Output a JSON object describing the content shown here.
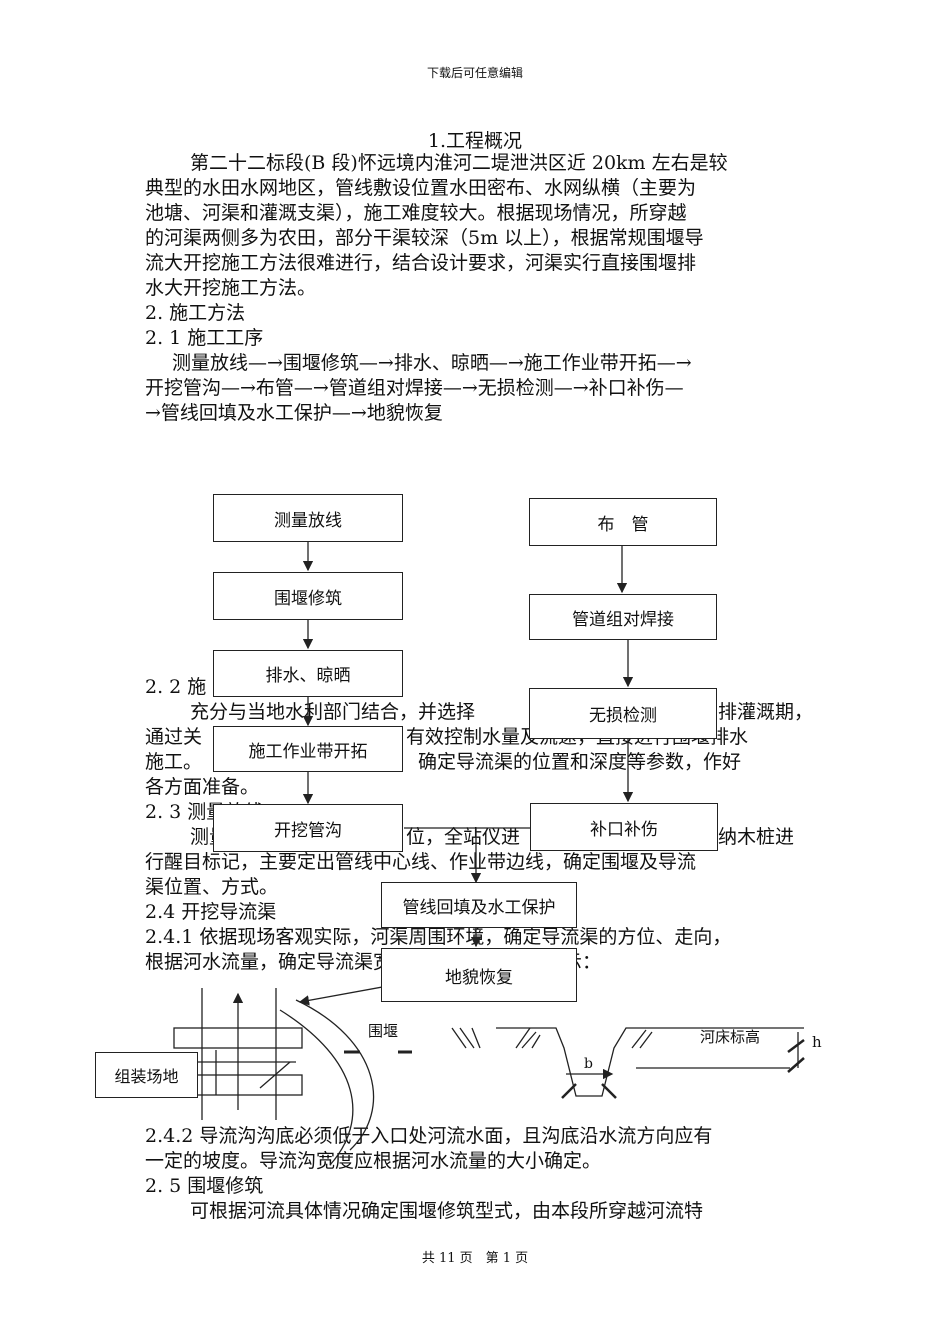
{
  "header": "下载后可任意编辑",
  "footer": "共 11 页　第 1 页",
  "title": "1.工程概况",
  "para1": [
    "第二十二标段(B 段)怀远境内淮河二堤泄洪区近 20km 左右是较",
    "典型的水田水网地区，管线敷设位置水田密布、水网纵横（主要为",
    "池塘、河渠和灌溉支渠），施工难度较大。根据现场情况，所穿越",
    "的河渠两侧多为农田，部分干渠较深（5m 以上），根据常规围堰导",
    "流大开挖施工方法很难进行，结合设计要求，河渠实行直接围堰排",
    "水大开挖施工方法。"
  ],
  "sec2": "2. 施工方法",
  "sec21": "2. 1 施工工序",
  "process": [
    "测量放线—→围堰修筑—→排水、晾晒—→施工作业带开拓—→",
    "开挖管沟—→布管—→管道组对焊接—→无损检测—→补口补伤—",
    "→管线回填及水工保护—→地貌恢复"
  ],
  "sec22": "2. 2 施",
  "para22": [
    "充分与当地水利部门结合，并选择",
    "排灌溉期，",
    "通过关",
    "有效控制水量及流速，直接进行围堰排水",
    "施工。",
    "确定导流渠的位置和深度等参数，作好",
    "各方面准备。"
  ],
  "sec23": "2. 3 测量放线",
  "para23": [
    "测量",
    "位，全站仪进",
    "纳木桩进",
    "行醒目标记，主要定出管线中心线、作业带边线，确定围堰及导流",
    "渠位置、方式。"
  ],
  "sec24": "2.4 开挖导流渠",
  "para241": [
    "2.4.1 依据现场客观实际，河渠周围环境，确定导流渠的方位、走向，",
    "根据河水流量，确定导流渠宽度及深度。如下图所示："
  ],
  "para242": [
    "2.4.2 导流沟沟底必须低于入口处河流水面，且沟底沿水流方向应有",
    "一定的坡度。导流沟宽度应根据河水流量的大小确定。"
  ],
  "sec25": "2. 5 围堰修筑",
  "para25": "可根据河流具体情况确定围堰修筑型式，由本段所穿越河流特",
  "flow": {
    "left": [
      "测量放线",
      "围堰修筑",
      "排水、晾晒",
      "施工作业带开拓",
      "开挖管沟"
    ],
    "right": [
      "布　管",
      "管道组对焊接",
      "无损检测",
      "补口补伤"
    ],
    "bottom": [
      "管线回填及水工保护",
      "地貌恢复"
    ]
  },
  "sketch": {
    "assembly": "组装场地",
    "cofferdam": "围堰",
    "b": "b",
    "river_level": "河床标高",
    "h": "h"
  }
}
